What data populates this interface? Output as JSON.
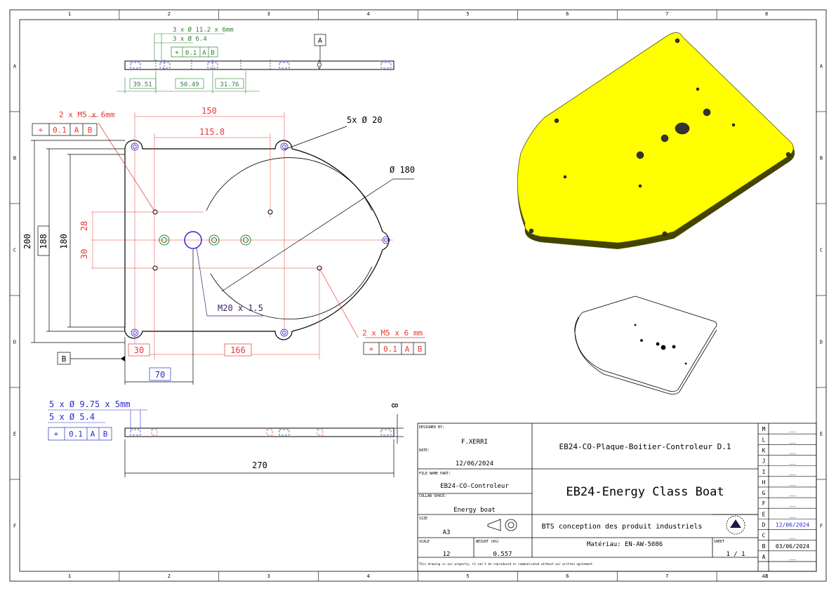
{
  "zones": {
    "columns": [
      "1",
      "2",
      "3",
      "4",
      "5",
      "6",
      "7",
      "8"
    ],
    "rows": [
      "A",
      "B",
      "C",
      "D",
      "E",
      "F"
    ]
  },
  "colors": {
    "frame": "#000000",
    "dimension_green": "#2e7d32",
    "dimension_red": "#e53935",
    "dimension_blue": "#2a2acc",
    "dimension_purple": "#3b1e6e",
    "part_fill": "#ffff00",
    "part_edge": "#444400"
  },
  "top_view": {
    "callout_counterbore": "3 x Ø 11.2 x 6mm",
    "callout_hole": "3 x Ø 6.4",
    "fcf": {
      "symbol": "⌖",
      "tolerance": "0.1",
      "datum1": "A",
      "datum2": "B"
    },
    "datum_a": "A",
    "dims": [
      "39.51",
      "50.49",
      "31.76"
    ]
  },
  "main_view": {
    "label_m5_top": "2 x M5 x 6mm",
    "fcf_top": {
      "symbol": "⌖",
      "tolerance": "0.1",
      "datum1": "A",
      "datum2": "B"
    },
    "dim_150": "150",
    "dim_115_8": "115.8",
    "label_5x_d20": "5x  Ø 20",
    "label_d180": "Ø 180",
    "dim_200": "200",
    "dim_188": "188",
    "dim_180": "180",
    "dim_28": "28",
    "dim_30_v": "30",
    "label_m20": "M20 x 1.5",
    "label_m5_bottom": "2 x M5 x 6  mm",
    "fcf_bottom": {
      "symbol": "⌖",
      "tolerance": "0.1",
      "datum1": "A",
      "datum2": "B"
    },
    "datum_b": "B",
    "dim_30_h": "30",
    "dim_166": "166",
    "dim_70": "70"
  },
  "bottom_view": {
    "callout_counterbore": "5 x Ø 9.75 x 5mm",
    "callout_hole": "5 x Ø 5.4",
    "fcf": {
      "symbol": "⌖",
      "tolerance": "0.1",
      "datum1": "A",
      "datum2": "B"
    },
    "dim_thickness": "8",
    "dim_270": "270"
  },
  "title_block": {
    "designed_by_label": "DESIGNED BY:",
    "designed_by": "F.XERRI",
    "date_label": "DATE:",
    "date": "12/06/2024",
    "file_name_label": "FILE NAME PART:",
    "file_name": "EB24-CO-Controleur",
    "collab_label": "COLLAB SPACE:",
    "collab": "Energy boat",
    "size_label": "SIZE",
    "size": "A3",
    "scale_label": "SCALE",
    "scale": "12",
    "weight_label": "WEIGHT (KG)",
    "weight": "0.557",
    "sheet_label": "SHEET",
    "sheet": "1 / 1",
    "part_name": "EB24-CO-Plaque-Boitier-Controleur D.1",
    "project": "EB24-Energy Class Boat",
    "school": "BTS conception des produit industriels",
    "material": "Matériau: EN-AW-5086",
    "disclaimer": "This drawing is our property; it can't be reproduced or communicated without our written agreement."
  },
  "revisions": [
    {
      "letter": "M",
      "value": "__"
    },
    {
      "letter": "L",
      "value": "__"
    },
    {
      "letter": "K",
      "value": "__"
    },
    {
      "letter": "J",
      "value": "__"
    },
    {
      "letter": "I",
      "value": "__"
    },
    {
      "letter": "H",
      "value": "__"
    },
    {
      "letter": "G",
      "value": "__"
    },
    {
      "letter": "F",
      "value": "__"
    },
    {
      "letter": "E",
      "value": "__"
    },
    {
      "letter": "D",
      "value": "12/06/2024"
    },
    {
      "letter": "C",
      "value": "__"
    },
    {
      "letter": "B",
      "value": "03/06/2024"
    },
    {
      "letter": "A",
      "value": "__"
    }
  ],
  "sheet_format": "A3"
}
